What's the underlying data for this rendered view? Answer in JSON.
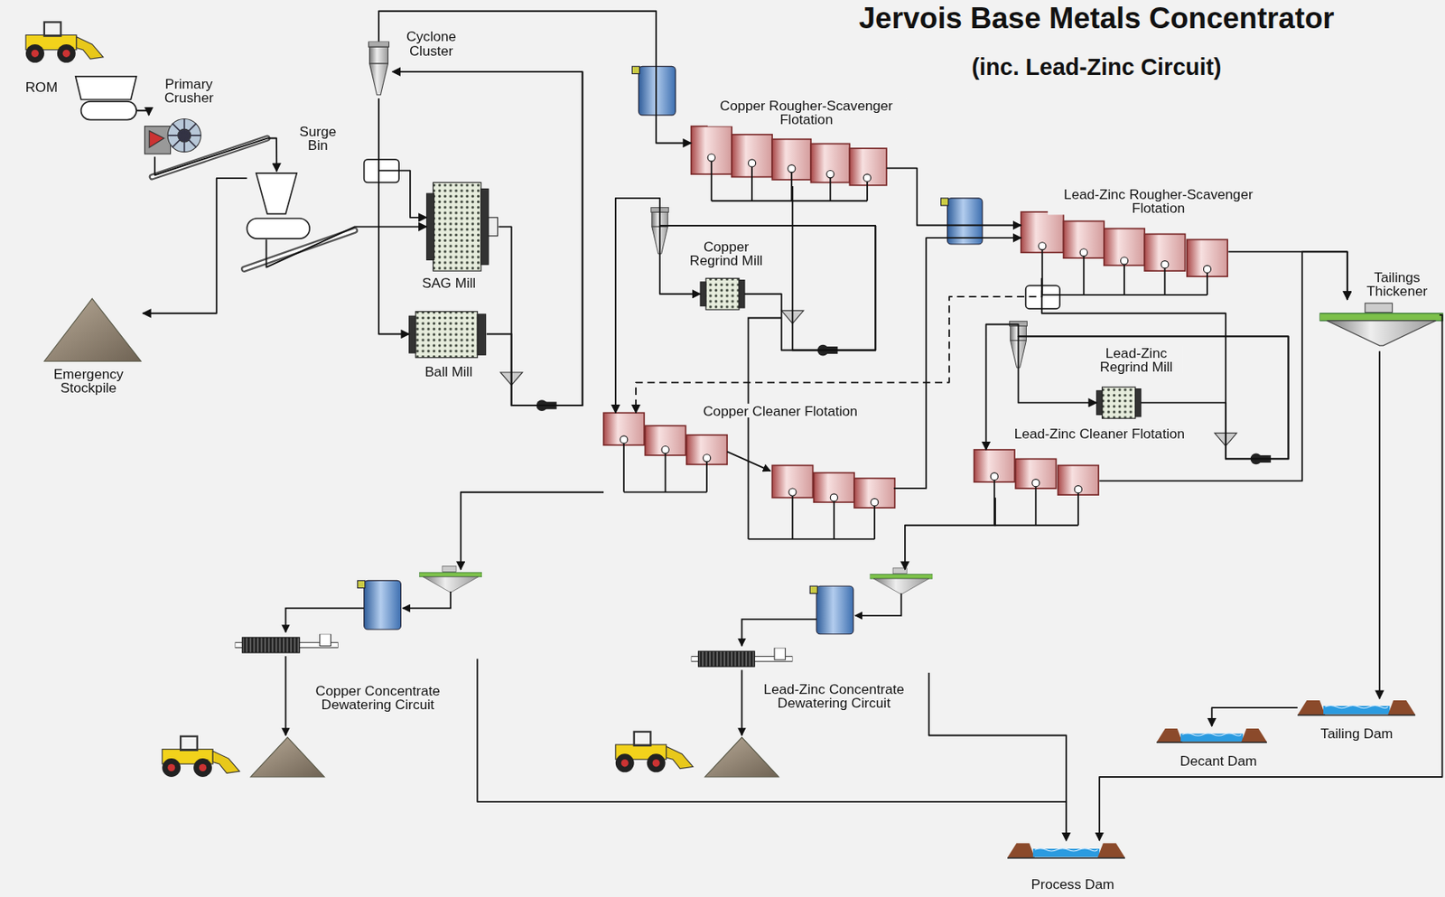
{
  "diagram": {
    "title": "Jervois Base Metals Concentrator",
    "nodes": [
      {
        "text": [
          "ROM"
        ]
      },
      {
        "text": [
          "Primary Crusher"
        ]
      },
      {
        "text": [
          "Surge Bin"
        ]
      },
      {
        "text": [
          "Emergency Stockpile"
        ]
      },
      {
        "text": [
          "Cyclone Cluster"
        ]
      },
      {
        "text": [
          "SAG Mill"
        ]
      },
      {
        "text": [
          "Ball Mill"
        ]
      },
      {
        "text": [
          "Copper Rougher-Scavenger Flotation"
        ]
      },
      {
        "text": [
          "Copper Regrind Mill"
        ]
      },
      {
        "text": [
          "Copper Cleaner Flotation"
        ]
      },
      {
        "text": [
          "Lead-Zinc Rougher-Scavenger Flotation"
        ]
      },
      {
        "text": [
          "Lead-Zinc Regrind Mill"
        ]
      },
      {
        "text": [
          "Lead-Zinc Cleaner Flotation"
        ]
      },
      {
        "text": [
          "Tailings Thickener"
        ]
      },
      {
        "text": [
          "Copper Concentrate Dewatering Circuit"
        ]
      },
      {
        "text": [
          "Lead-Zinc Concentrate Dewatering Circuit"
        ]
      },
      {
        "text": [
          "Tailing Dam"
        ]
      },
      {
        "text": [
          "Decant Dam"
        ]
      },
      {
        "text": [
          "Process Dam"
        ]
      }
    ],
    "edges": [
      {
        "from": 0,
        "to": 1,
        "arrow": "to"
      },
      {
        "from": 1,
        "to": 2,
        "arrow": "to"
      },
      {
        "from": 2,
        "to": 5,
        "arrow": "to"
      },
      {
        "from": 2,
        "to": 3,
        "arrow": "to"
      },
      {
        "from": 5,
        "to": 4,
        "arrow": "to"
      },
      {
        "from": 6,
        "to": 4,
        "arrow": "to"
      },
      {
        "from": 4,
        "to": 5,
        "arrow": "to"
      },
      {
        "from": 4,
        "to": 6,
        "arrow": "to"
      },
      {
        "from": 4,
        "to": 7,
        "arrow": "to"
      },
      {
        "from": 7,
        "to": 10,
        "arrow": "to"
      },
      {
        "from": 7,
        "to": 8,
        "arrow": "to"
      },
      {
        "from": 8,
        "to": 9,
        "arrow": "to"
      },
      {
        "from": 9,
        "to": 10,
        "arrow": "to"
      },
      {
        "from": 9,
        "to": 14,
        "arrow": "to"
      },
      {
        "from": 14,
        "to": 18,
        "arrow": "to"
      },
      {
        "from": 10,
        "to": 13,
        "arrow": "to"
      },
      {
        "from": 10,
        "to": 11,
        "arrow": "to"
      },
      {
        "from": 11,
        "to": 12,
        "arrow": "to"
      },
      {
        "from": 12,
        "to": 13,
        "arrow": "to"
      },
      {
        "from": 12,
        "to": 15,
        "arrow": "to"
      },
      {
        "from": 15,
        "to": 18,
        "arrow": "to"
      },
      {
        "from": 13,
        "to": 16,
        "arrow": "to"
      },
      {
        "from": 16,
        "to": 17,
        "arrow": "to"
      },
      {
        "from": 13,
        "to": 18,
        "arrow": "to"
      },
      {
        "from": 10,
        "to": 9,
        "arrow": "to"
      }
    ],
    "labels": [
      "(inc. Lead-Zinc Circuit)"
    ]
  }
}
